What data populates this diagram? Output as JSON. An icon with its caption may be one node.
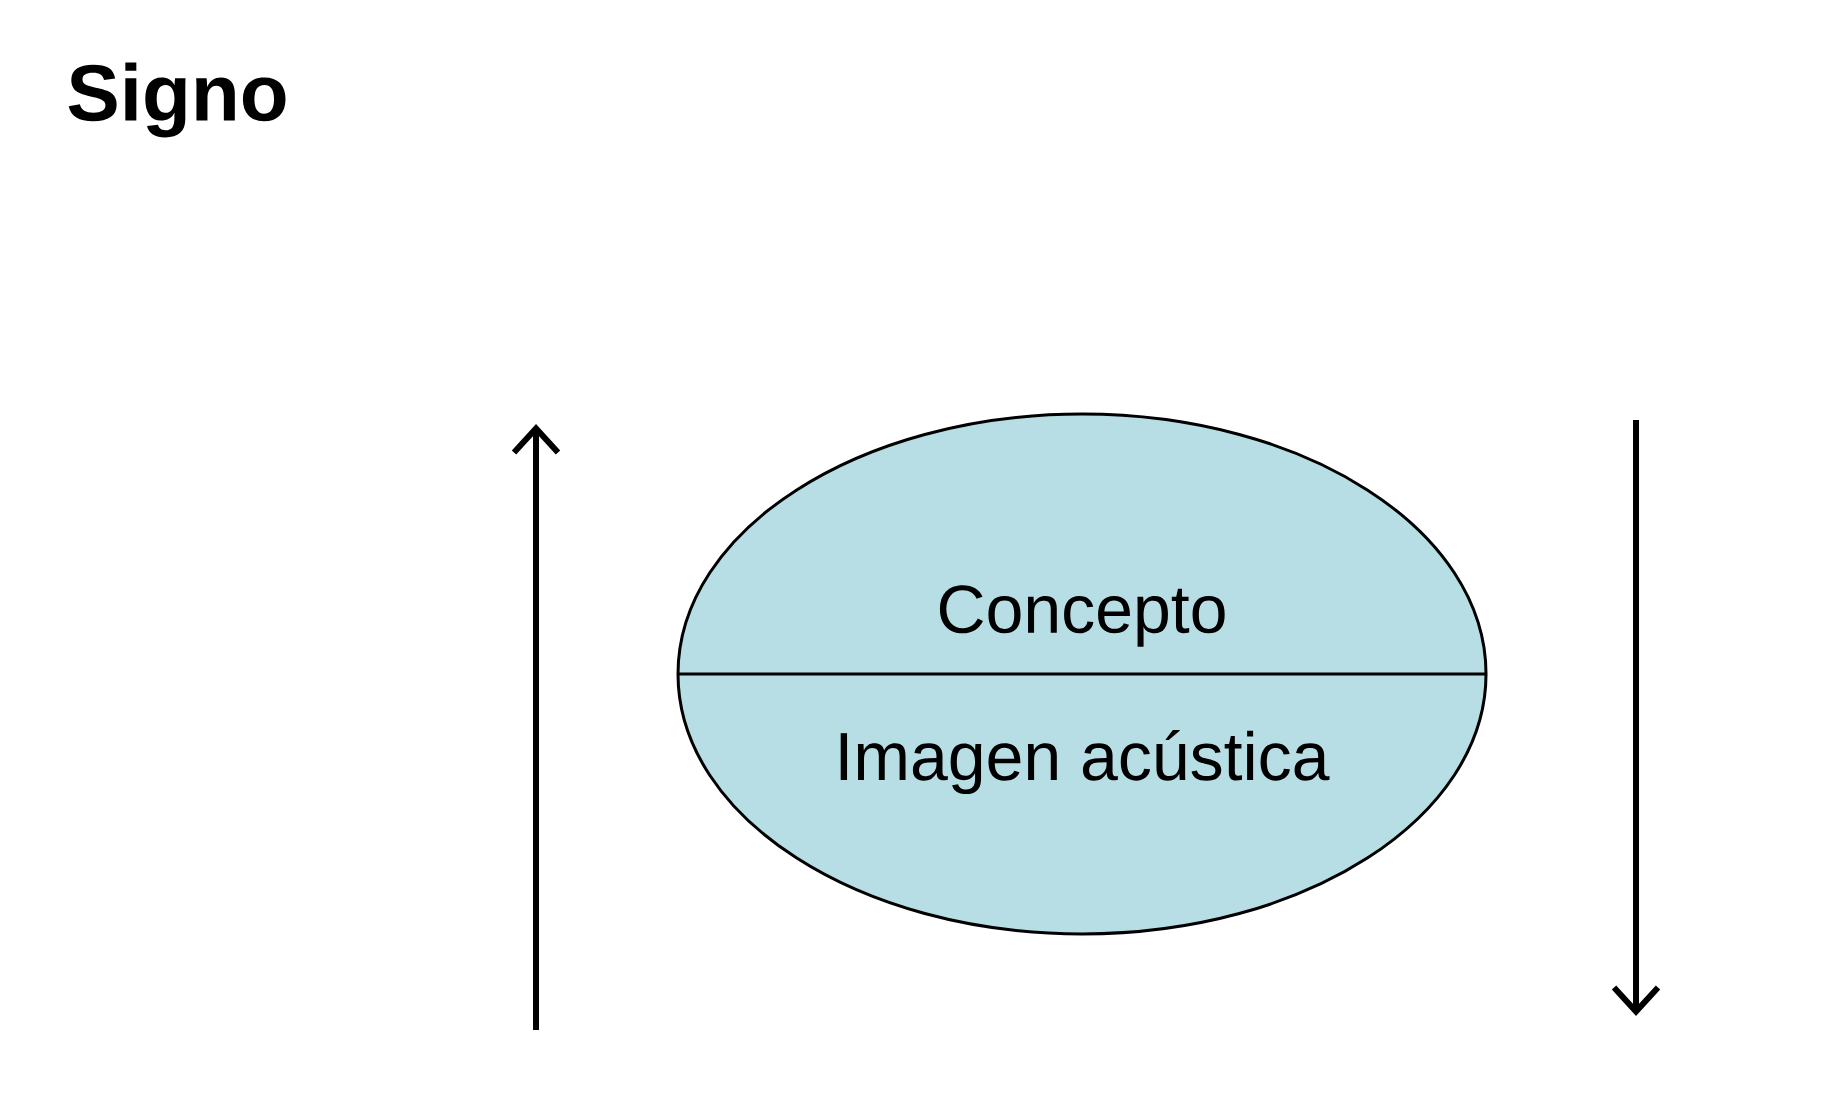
{
  "diagram": {
    "title": "Signo",
    "nodes": [
      {
        "text": [
          "Concepto",
          "Imagen acústica"
        ]
      }
    ]
  }
}
